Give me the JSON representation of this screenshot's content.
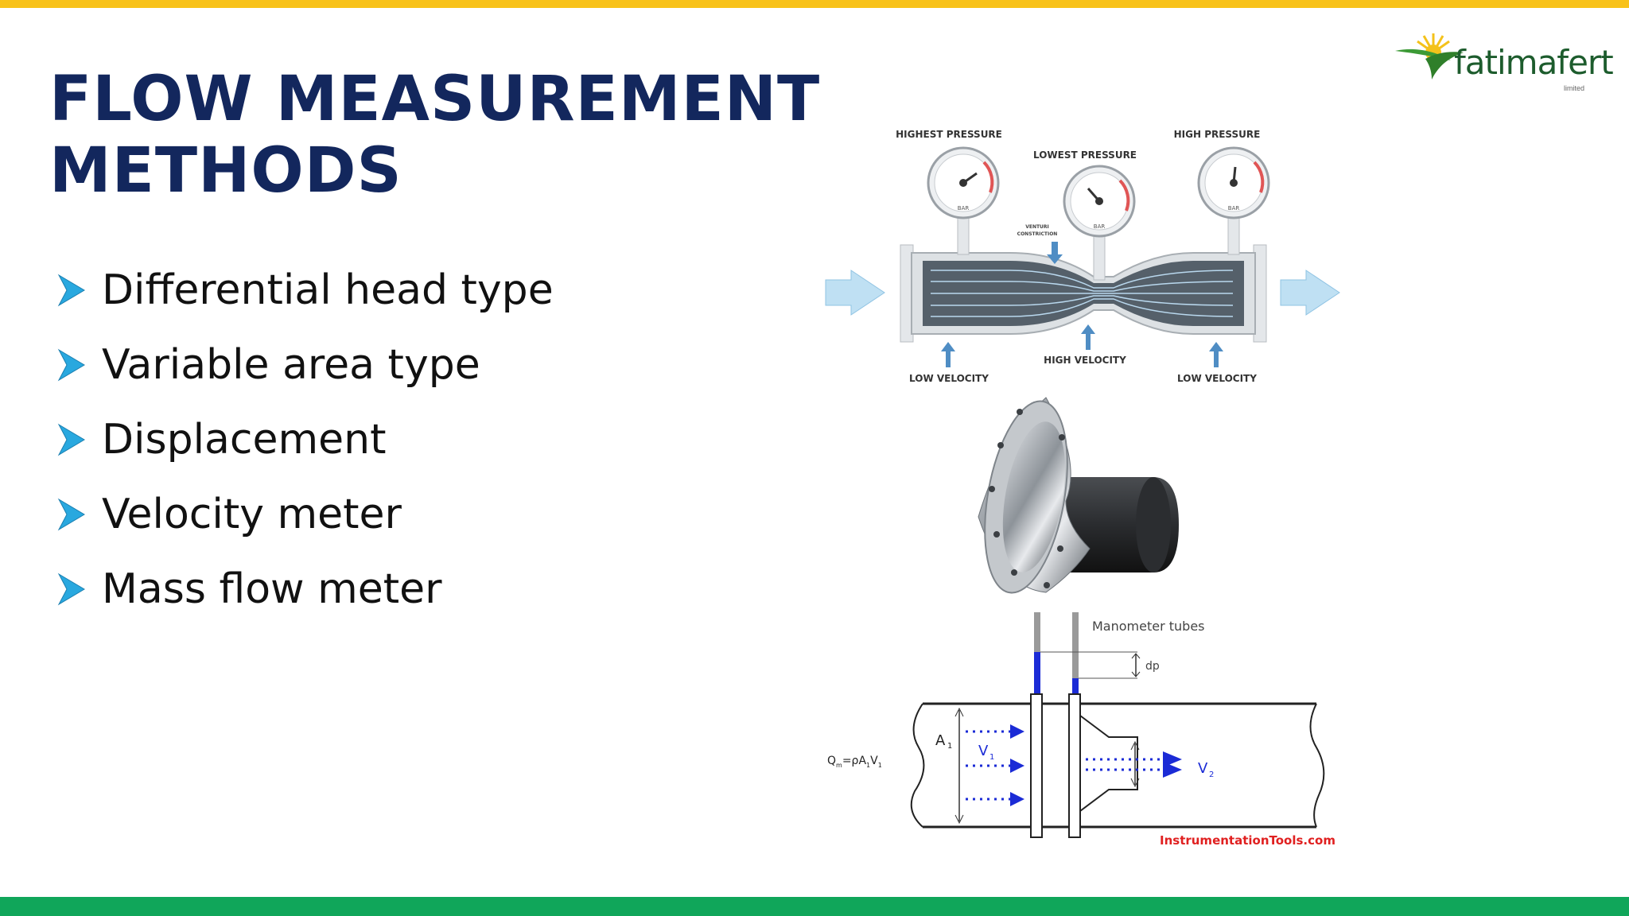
{
  "slide": {
    "title_line1": "FLOW MEASUREMENT",
    "title_line2": "METHODS",
    "bullets": [
      "Differential head type",
      "Variable area type",
      "Displacement",
      "Velocity meter",
      "Mass flow meter"
    ]
  },
  "logo": {
    "name": "fatimafert",
    "sub": "limited"
  },
  "venturi": {
    "highest_pressure": "HIGHEST PRESSURE",
    "lowest_pressure": "LOWEST PRESSURE",
    "high_pressure": "HIGH PRESSURE",
    "bar": "BAR",
    "constriction_line1": "VENTURI",
    "constriction_line2": "CONSTRICTION",
    "low_velocity_left": "LOW VELOCITY",
    "high_velocity": "HIGH VELOCITY",
    "low_velocity_right": "LOW VELOCITY"
  },
  "orifice": {
    "manometer": "Manometer tubes",
    "dp": "dp",
    "a1": "A",
    "a1_sub": "1",
    "v1": "V",
    "v1_sub": "1",
    "v2": "V",
    "v2_sub": "2",
    "formula": "Q",
    "formula_sub": "m",
    "formula_rest": "=ρA",
    "formula_sub2": "1",
    "formula_v": "V",
    "formula_sub3": "1",
    "credit": "InstrumentationTools.com"
  },
  "colors": {
    "top_bar": "#f8c21a",
    "bottom_bar": "#10a65a",
    "title": "#13275d",
    "bullet": "#29a8df"
  }
}
